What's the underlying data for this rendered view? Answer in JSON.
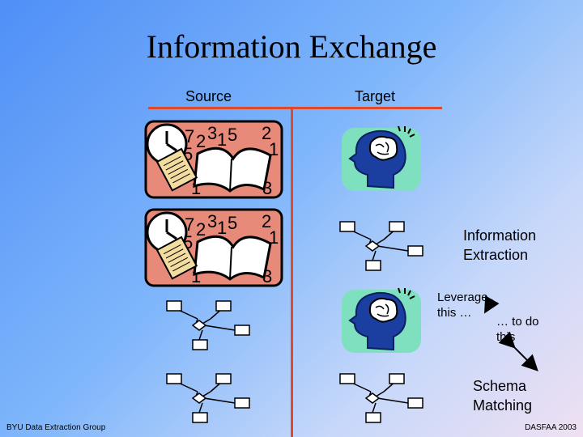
{
  "title": "Information Exchange",
  "headers": {
    "source": "Source",
    "target": "Target"
  },
  "labels": {
    "info_extraction": [
      "Information",
      "Extraction"
    ],
    "leverage": [
      "Leverage",
      "this …"
    ],
    "todo": [
      "… to do",
      "this"
    ],
    "schema_matching": [
      "Schema",
      "Matching"
    ]
  },
  "footer": {
    "left": "BYU Data Extraction Group",
    "right": "DASFAA 2003"
  },
  "colors": {
    "divider": "#e04a2a",
    "book_bg": "#e88a7a",
    "head_bg": "#7fe0c0",
    "head": "#1a3fa0"
  }
}
